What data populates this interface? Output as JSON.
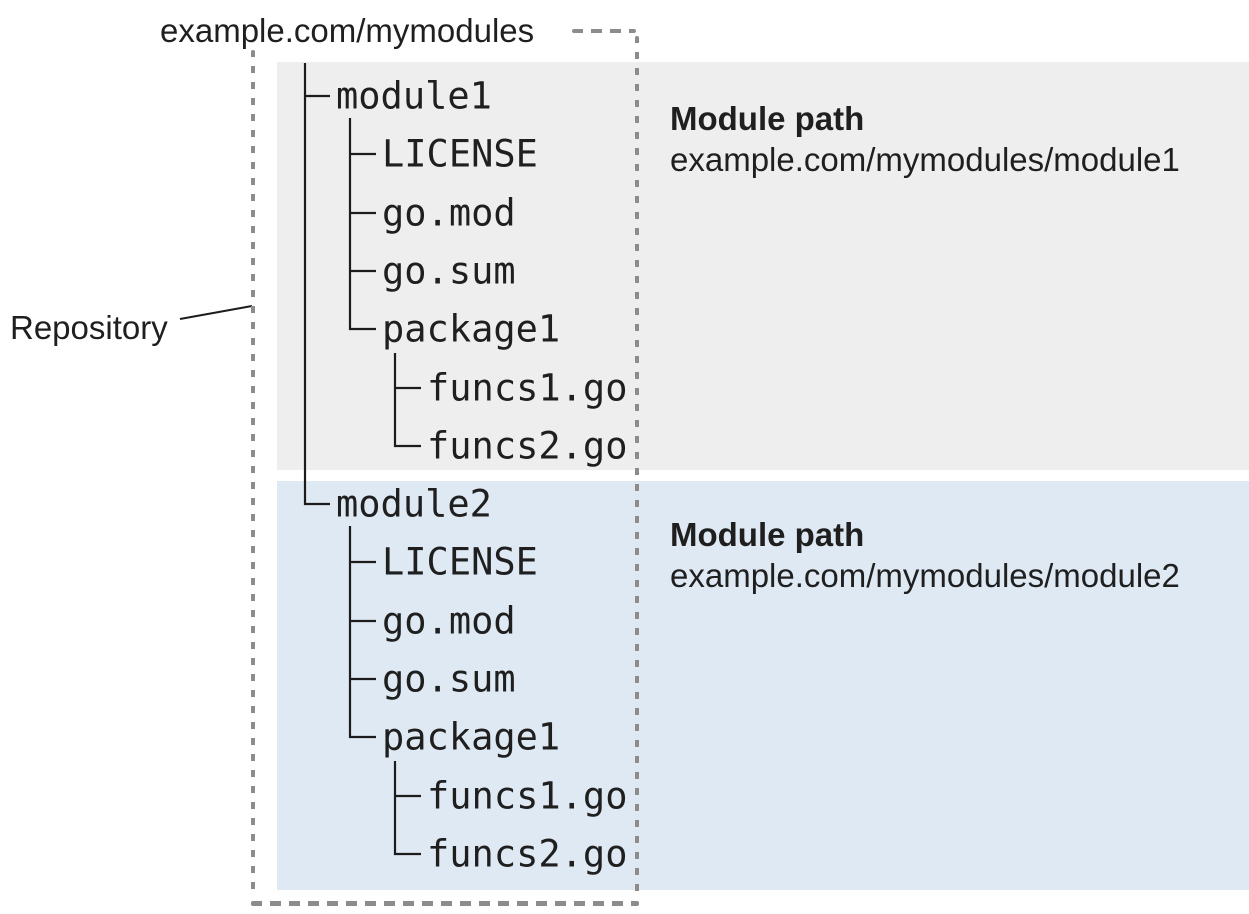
{
  "repo": {
    "url_label": "example.com/mymodules",
    "caption": "Repository"
  },
  "modules": [
    {
      "name": "module1",
      "files": [
        "LICENSE",
        "go.mod",
        "go.sum"
      ],
      "package": {
        "name": "package1",
        "files": [
          "funcs1.go",
          "funcs2.go"
        ]
      },
      "panel": {
        "title": "Module path",
        "path": "example.com/mymodules/module1"
      }
    },
    {
      "name": "module2",
      "files": [
        "LICENSE",
        "go.mod",
        "go.sum"
      ],
      "package": {
        "name": "package1",
        "files": [
          "funcs1.go",
          "funcs2.go"
        ]
      },
      "panel": {
        "title": "Module path",
        "path": "example.com/mymodules/module2"
      }
    }
  ],
  "colors": {
    "module1_bg": "#eeeeee",
    "module2_bg": "#dee9f3",
    "dotted_border": "#8c8c8c",
    "tree_line": "#1c1c1c",
    "text": "#1f1f1f"
  }
}
